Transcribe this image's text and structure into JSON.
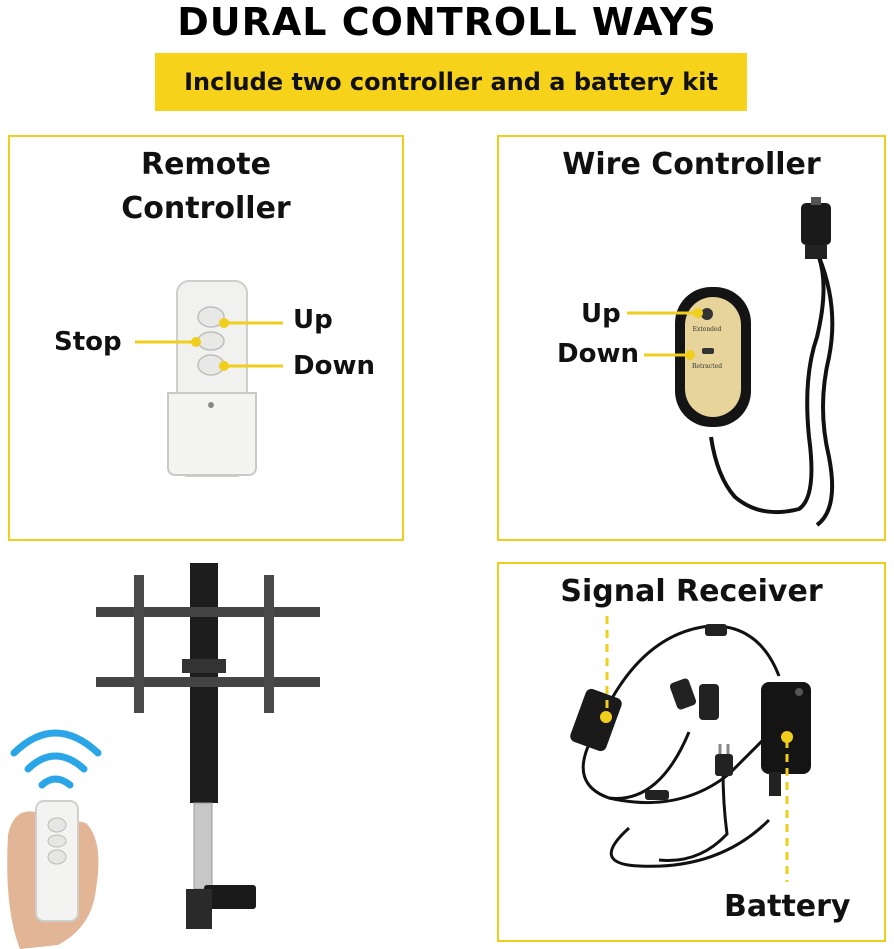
{
  "header": {
    "title": "DURAL CONTROLL WAYS",
    "subtitle": "Include two controller and a battery kit"
  },
  "remote_panel": {
    "title_line1": "Remote",
    "title_line2": "Controller",
    "label_stop": "Stop",
    "label_up": "Up",
    "label_down": "Down"
  },
  "wire_panel": {
    "title": "Wire Controller",
    "label_up": "Up",
    "label_down": "Down"
  },
  "receiver_panel": {
    "title": "Signal Receiver",
    "label_battery": "Battery"
  },
  "colors": {
    "accent_yellow": "#f6d21a",
    "panel_border": "#f0ce1c",
    "wifi_blue": "#2aa6e8"
  }
}
